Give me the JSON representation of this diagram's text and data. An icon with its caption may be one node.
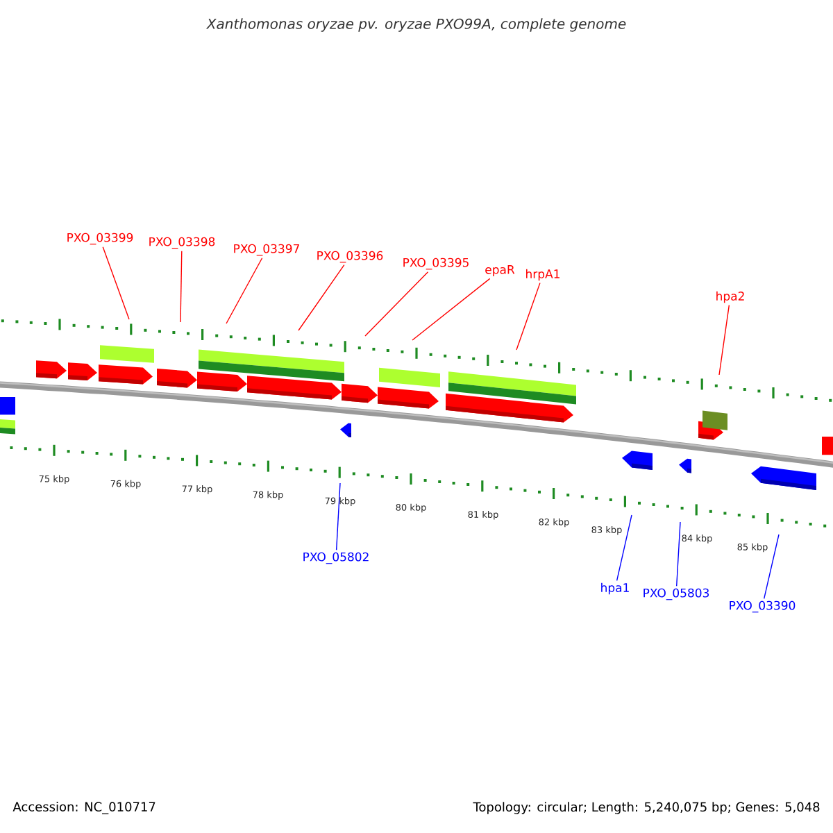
{
  "diagram": {
    "title": "Xanthomonas oryzae pv. oryzae PXO99A, complete genome",
    "nodes": [
      {
        "text": [
          "PXO_03399"
        ]
      },
      {
        "text": [
          "PXO_03398"
        ]
      },
      {
        "text": [
          "PXO_03397"
        ]
      },
      {
        "text": [
          "PXO_03396"
        ]
      },
      {
        "text": [
          "PXO_03395"
        ]
      },
      {
        "text": [
          "epaR"
        ]
      },
      {
        "text": [
          "hrpA1"
        ]
      },
      {
        "text": [
          "hpa2"
        ]
      },
      {
        "text": [
          "PXO_05802"
        ]
      },
      {
        "text": [
          "hpa1"
        ]
      },
      {
        "text": [
          "PXO_05803"
        ]
      },
      {
        "text": [
          "PXO_03390"
        ]
      }
    ],
    "edges": [
      {
        "from": 0,
        "to": null,
        "arrow": "none"
      },
      {
        "from": 1,
        "to": null,
        "arrow": "none"
      },
      {
        "from": 2,
        "to": null,
        "arrow": "none"
      },
      {
        "from": 3,
        "to": null,
        "arrow": "none"
      },
      {
        "from": 4,
        "to": null,
        "arrow": "none"
      },
      {
        "from": 5,
        "to": null,
        "arrow": "none"
      },
      {
        "from": 6,
        "to": null,
        "arrow": "none"
      },
      {
        "from": 7,
        "to": null,
        "arrow": "none"
      },
      {
        "from": 8,
        "to": null,
        "arrow": "none",
        "color": "#0000ff"
      },
      {
        "from": 9,
        "to": null,
        "arrow": "none",
        "color": "#0000ff"
      },
      {
        "from": 10,
        "to": null,
        "arrow": "none",
        "color": "#0000ff"
      },
      {
        "from": 11,
        "to": null,
        "arrow": "none",
        "color": "#0000ff"
      }
    ],
    "labels": [
      "75 kbp",
      "76 kbp",
      "77 kbp",
      "78 kbp",
      "79 kbp",
      "80 kbp",
      "81 kbp",
      "82 kbp",
      "83 kbp",
      "84 kbp",
      "85 kbp",
      "Accession: NC_010717",
      "Topology: circular; Length: 5,240,075 bp; Genes: 5,048"
    ]
  }
}
